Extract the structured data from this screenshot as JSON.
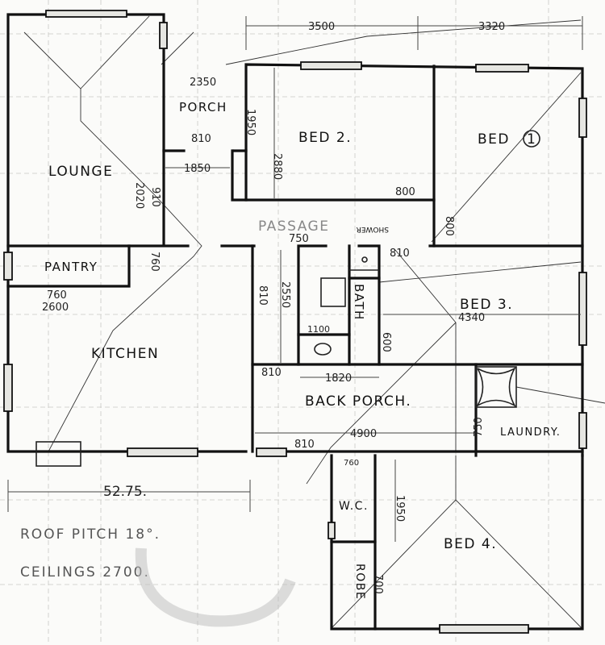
{
  "rooms": {
    "lounge": "LOUNGE",
    "porch": "PORCH",
    "bed2": "BED 2.",
    "bed1": "BED",
    "bed1_number": "1",
    "passage": "PASSAGE",
    "shower": "SHOWER",
    "pantry": "PANTRY",
    "kitchen": "KITCHEN",
    "bed3": "BED 3.",
    "bath": "BATH",
    "back_porch": "BACK PORCH.",
    "laundry": "LAUNDRY.",
    "wc": "W.C.",
    "robe": "ROBE",
    "bed4": "BED 4."
  },
  "dimensions": {
    "d3500": "3500",
    "d3320": "3320",
    "d2350": "2350",
    "d1950_porch": "1950",
    "d810_porch": "810",
    "d1850": "1850",
    "d2880": "2880",
    "d800_bed2": "800",
    "d800_bed1": "800",
    "d910": "910",
    "d2020": "2020",
    "d750_passage": "750",
    "d810_bath": "810",
    "d760_pantry_side": "760",
    "d760_pantry": "760",
    "d2600": "2600",
    "d810_kitchen_side": "810",
    "d2550": "2550",
    "d1100": "1100",
    "d600": "600",
    "d4340": "4340",
    "d810_backporch": "810",
    "d1820": "1820",
    "d4900": "4900",
    "d750_laundry": "750",
    "d810_bottom": "810",
    "d760_wc": "760",
    "d1950_bed4": "1950",
    "d700_robe": "700",
    "d5275": "52.75."
  },
  "notes": {
    "roof_pitch": "ROOF PITCH 18°.",
    "ceilings": "CEILINGS 2700."
  },
  "colors": {
    "paper": "#fbfbf9",
    "ink": "#111111",
    "grid": "#c9c9c4"
  }
}
